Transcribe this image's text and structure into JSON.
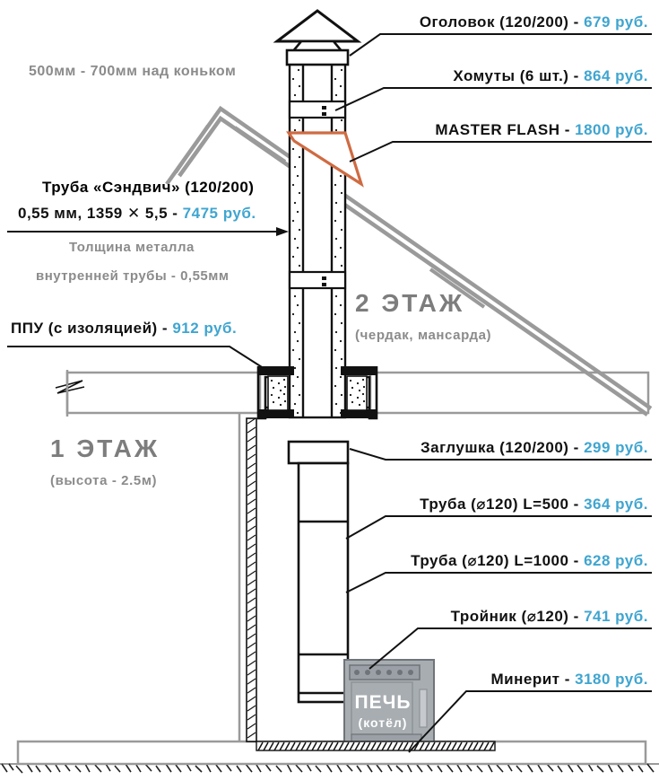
{
  "diagram": {
    "title_note_top": "500мм - 700мм над коньком",
    "labels_right": [
      {
        "id": "ogolovok",
        "name": "Оголовок (120/200) - ",
        "price": "679 руб."
      },
      {
        "id": "homuty",
        "name": "Хомуты (6 шт.) - ",
        "price": "864 руб."
      },
      {
        "id": "master-flash",
        "name": "MASTER FLASH - ",
        "price": "1800 руб."
      },
      {
        "id": "zaglushka",
        "name": "Заглушка (120/200) - ",
        "price": "299 руб."
      },
      {
        "id": "truba-500",
        "name": "Труба (⌀120) L=500 - ",
        "price": "364 руб."
      },
      {
        "id": "truba-1000",
        "name": "Труба (⌀120) L=1000 - ",
        "price": "628 руб."
      },
      {
        "id": "troynik",
        "name": "Тройник (⌀120) - ",
        "price": "741 руб."
      },
      {
        "id": "minerit",
        "name": "Минерит - ",
        "price": "3180 руб."
      }
    ],
    "labels_left": {
      "sandwich_line1": "Труба «Сэндвич» (120/200)",
      "sandwich_line2_a": "0,55 мм, 1359 ✕ 5,5 - ",
      "sandwich_line2_price": "7475 руб.",
      "metal_note_line1": "Толщина металла",
      "metal_note_line2": "внутренней трубы - 0,55мм",
      "ppu_name": "ППУ (с изоляцией) - ",
      "ppu_price": "912 руб."
    },
    "floors": {
      "floor1_title": "1 ЭТАЖ",
      "floor1_sub": "(высота - 2.5м)",
      "floor2_title": "2 ЭТАЖ",
      "floor2_sub": "(чердак, мансарда)"
    },
    "stove": {
      "line1": "ПЕЧЬ",
      "line2": "(котёл)"
    },
    "colors": {
      "price_blue": "#3fa5d0",
      "text_black": "#111111",
      "text_gray": "#8b8b8b",
      "roof_gray": "#9a9a9a",
      "flashing_orange": "#cf6b42",
      "stove_gray": "#a8adb2"
    }
  }
}
